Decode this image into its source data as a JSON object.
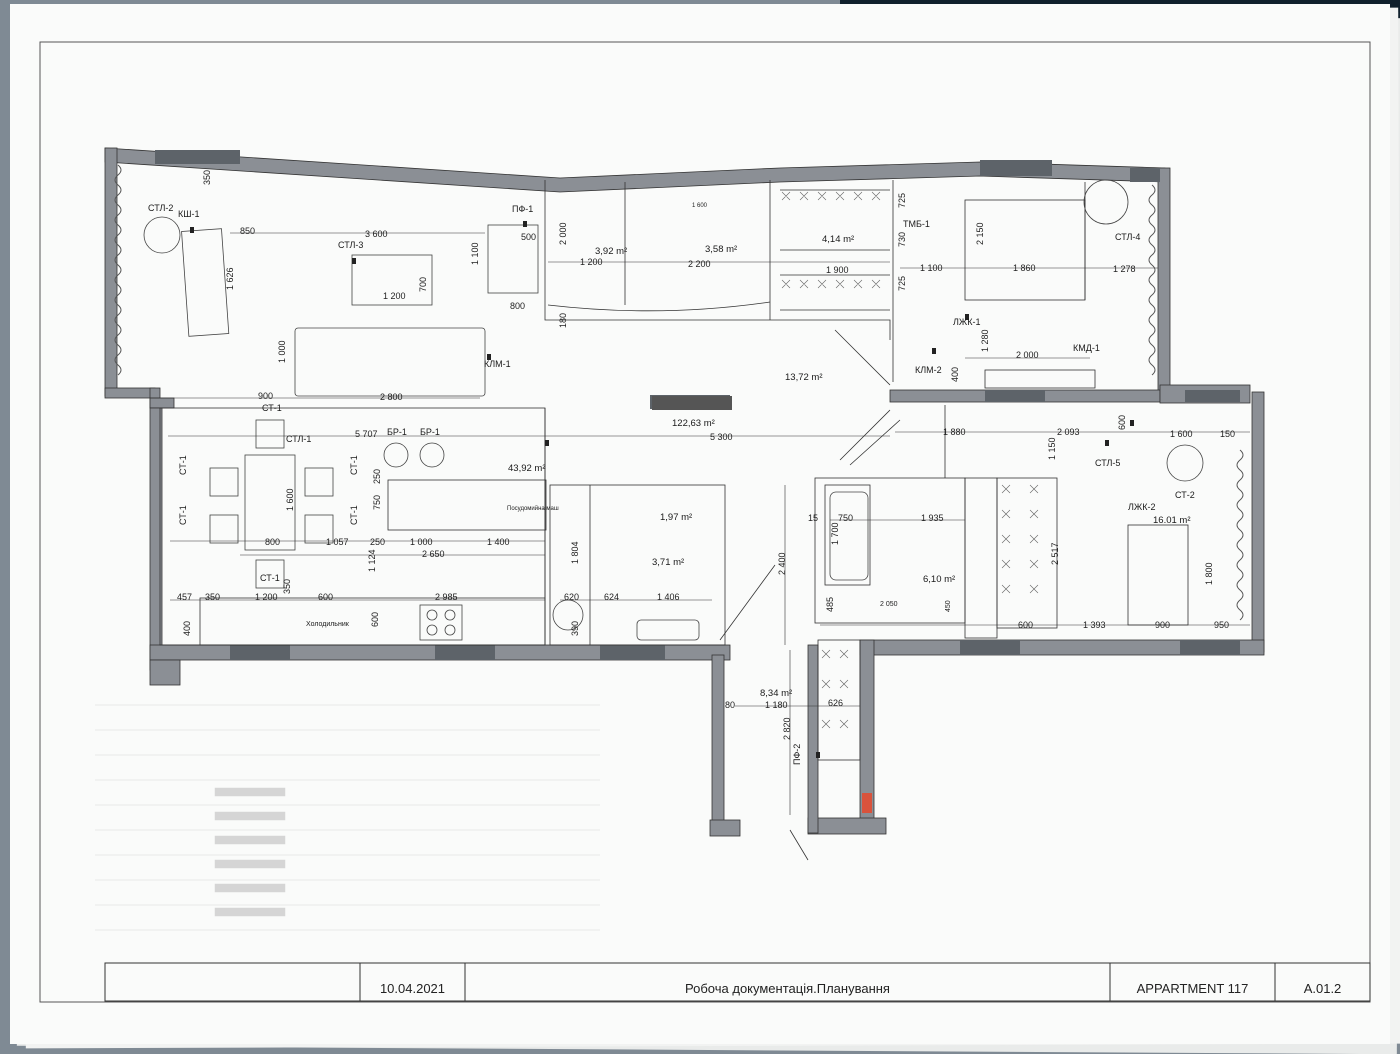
{
  "title_block": {
    "date": "10.04.2021",
    "description": "Робоча документація.Планування",
    "project": "APPARTMENT 117",
    "sheet": "A.01.2"
  },
  "areas": {
    "total": "122,63 m²",
    "living": "43,92 m²",
    "hall": "13,72 m²",
    "bath1": "3,92 m²",
    "bath2": "3,58 m²",
    "wardrobe1": "4,14 m²",
    "bath3": "1,97 m²",
    "bath4": "3,71 m²",
    "bath5": "6,10 m²",
    "bedroom2": "16.01 m²",
    "corridor": "8,34 m²"
  },
  "labels": {
    "stl2": "СТЛ-2",
    "ksh1": "КШ-1",
    "stl3": "СТЛ-3",
    "pf1": "ПФ-1",
    "klm1": "КЛМ-1",
    "tmb1": "ТМБ-1",
    "stl4": "СТЛ-4",
    "lzhk1": "ЛЖК-1",
    "klm2": "КЛМ-2",
    "kmd1": "КМД-1",
    "st1": "СТ-1",
    "stl1": "СТЛ-1",
    "br1": "БР-1",
    "stl5": "СТЛ-5",
    "st2": "СТ-2",
    "lzhk2": "ЛЖК-2",
    "pf2": "ПФ-2",
    "fridge": "Холодильник",
    "dishwasher": "Посудомийна маш"
  },
  "dimensions": {
    "d350a": "350",
    "d850": "850",
    "d3600": "3 600",
    "d1100": "1 100",
    "d500": "500",
    "d1200": "1 200",
    "d700": "700",
    "d1626": "1 626",
    "d800": "800",
    "d1000": "1 000",
    "d900": "900",
    "d2800": "2 800",
    "d2000": "2 000",
    "d2200": "2 200",
    "d1600": "1 600",
    "d1900": "1 900",
    "d725": "725",
    "d730": "730",
    "d2150": "2 150",
    "d1860": "1 860",
    "d1278": "1 278",
    "d1280": "1 280",
    "d400": "400",
    "d5707": "5 707",
    "d5300": "5 300",
    "d1880": "1 880",
    "d2093": "2 093",
    "d600": "600",
    "d150": "150",
    "d1150": "1 150",
    "d250": "250",
    "d750": "750",
    "d1057": "1 057",
    "d2650": "2 650",
    "d1400": "1 400",
    "d1124": "1 124",
    "d1804": "1 804",
    "d457": "457",
    "d2985": "2 985",
    "d620": "620",
    "d624": "624",
    "d1406": "1 406",
    "d390": "390",
    "d2400": "2 400",
    "d15": "15",
    "d1935": "1 935",
    "d1700": "1 700",
    "d2517": "2 517",
    "d2050": "2 050",
    "d485": "485",
    "d450": "450",
    "d1393": "1 393",
    "d950": "950",
    "d1800": "1 800",
    "d80": "80",
    "d1180": "1 180",
    "d626": "626",
    "d2820": "2 820",
    "d180": "180"
  }
}
